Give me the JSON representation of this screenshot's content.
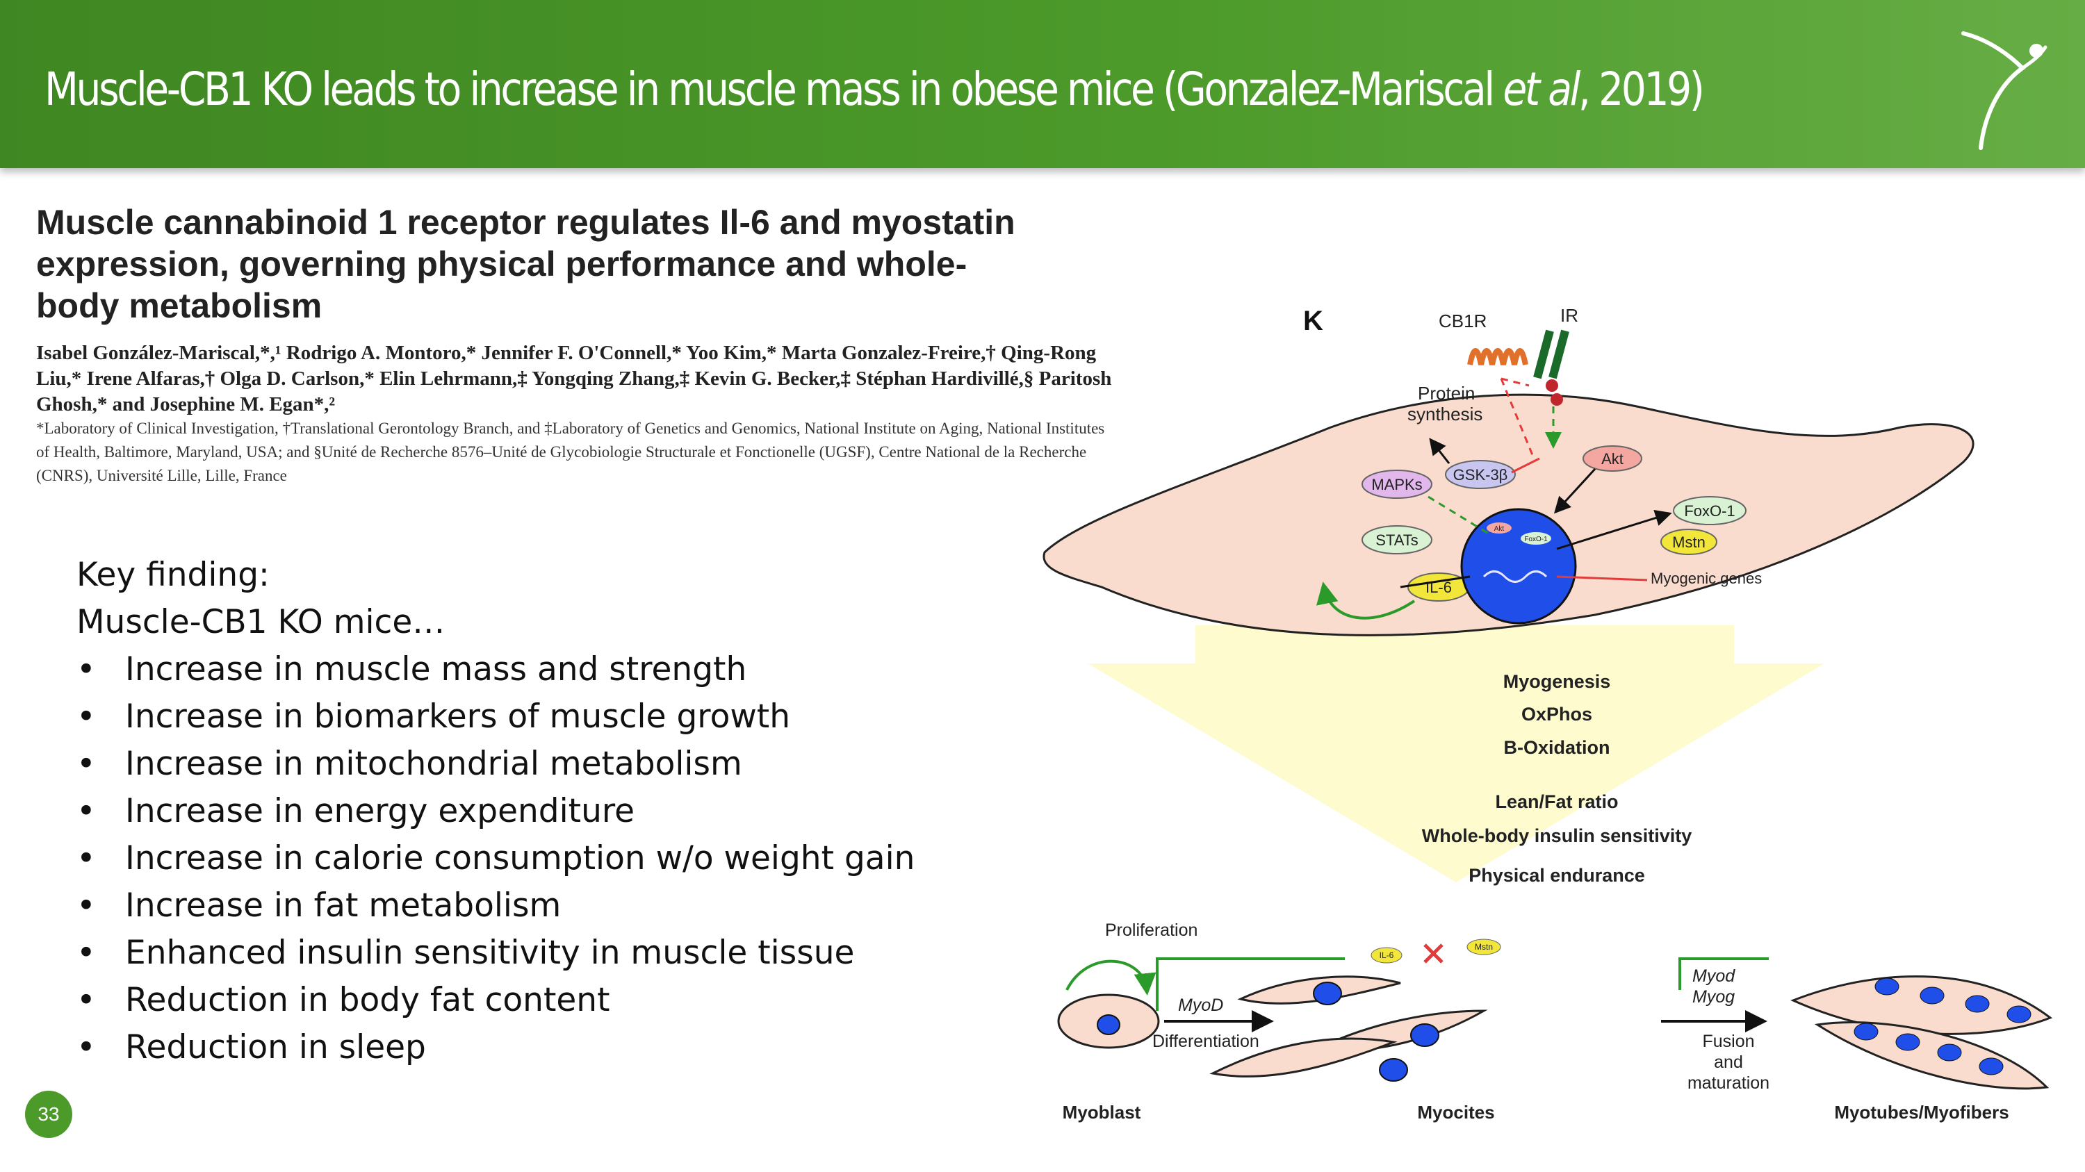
{
  "header": {
    "title_pre": "Muscle-CB1 KO leads to increase in muscle mass in obese mice (Gonzalez-Mariscal ",
    "title_em": "et al",
    "title_post": ", 2019)",
    "accent": "#4c9a2a"
  },
  "paper": {
    "title": "Muscle cannabinoid 1 receptor regulates Il-6 and myostatin expression, governing physical performance and whole-body metabolism",
    "authors": "Isabel González-Mariscal,*,¹ Rodrigo A. Montoro,* Jennifer F. O'Connell,* Yoo Kim,* Marta Gonzalez-Freire,† Qing-Rong Liu,* Irene Alfaras,† Olga D. Carlson,* Elin Lehrmann,‡ Yongqing Zhang,‡ Kevin G. Becker,‡ Stéphan Hardivillé,§ Paritosh Ghosh,* and Josephine M. Egan*,²",
    "affiliations": "*Laboratory of Clinical Investigation, †Translational Gerontology Branch, and ‡Laboratory of Genetics and Genomics, National Institute on Aging, National Institutes of Health, Baltimore, Maryland, USA; and §Unité de Recherche 8576–Unité de Glycobiologie Structurale et Fonctionelle (UGSF), Centre National de la Recherche (CNRS), Université Lille, Lille, France"
  },
  "findings": {
    "heading": "Key finding:",
    "subheading": "Muscle-CB1 KO mice…",
    "items": [
      "Increase in muscle mass and strength",
      "Increase in biomarkers of muscle growth",
      "Increase in mitochondrial metabolism",
      "Increase in energy expenditure",
      "Increase in calorie consumption w/o weight gain",
      "Increase in fat metabolism",
      "Enhanced insulin sensitivity in muscle tissue",
      "Reduction in body fat content",
      "Reduction in sleep"
    ]
  },
  "figure": {
    "panel": "K",
    "cb1r": "CB1R",
    "ir": "IR",
    "protein_synthesis_1": "Protein",
    "protein_synthesis_2": "synthesis",
    "mapks": "MAPKs",
    "gsk3b": "GSK-3β",
    "akt": "Akt",
    "stats": "STATs",
    "foxo1": "FoxO-1",
    "mstn": "Mstn",
    "il6": "IL-6",
    "myogenic_genes": "Myogenic genes",
    "nuc_akt": "Akt",
    "nuc_foxo": "FoxO-1",
    "outcome_1": "Myogenesis",
    "outcome_2": "OxPhos",
    "outcome_3": "Β-Oxidation",
    "outcome_4": "Lean/Fat ratio",
    "outcome_5": "Whole-body insulin sensitivity",
    "outcome_6": "Physical endurance",
    "proliferation": "Proliferation",
    "myod": "MyoD",
    "differentiation": "Differentiation",
    "myod2": "Myod",
    "myog": "Myog",
    "fusion_1": "Fusion",
    "fusion_2": "and",
    "fusion_3": "maturation",
    "small_il6": "IL-6",
    "small_mstn": "Mstn",
    "myoblast": "Myoblast",
    "myocites": "Myocites",
    "myotubes": "Myotubes/Myofibers"
  },
  "page_number": "33"
}
